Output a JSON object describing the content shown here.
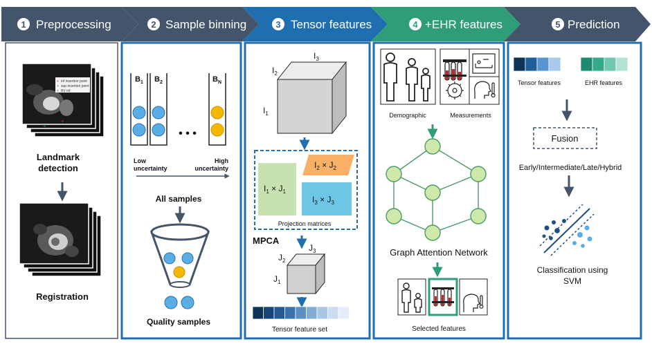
{
  "steps": [
    {
      "num": "1",
      "label": "Preprocessing",
      "color": "#44546a"
    },
    {
      "num": "2",
      "label": "Sample binning",
      "color": "#44546a"
    },
    {
      "num": "3",
      "label": "Tensor features",
      "color": "#1f6fb0"
    },
    {
      "num": "4",
      "label": "+EHR features",
      "color": "#2f9d78"
    },
    {
      "num": "5",
      "label": "Prediction",
      "color": "#44546a"
    }
  ],
  "preprocessing": {
    "legend": [
      "inf insertion point",
      "sup insertion point",
      "RV inf"
    ],
    "landmark_line1": "Landmark",
    "landmark_line2": "detection",
    "registration": "Registration"
  },
  "binning": {
    "b1_main": "B",
    "b1_sub": "1",
    "b2_main": "B",
    "b2_sub": "2",
    "bn_main": "B",
    "bn_sub": "N",
    "dots": "• • •",
    "low_line1": "Low",
    "low_line2": "uncertainty",
    "high_line1": "High",
    "high_line2": "uncertainty",
    "all_samples": "All samples",
    "quality_samples": "Quality samples"
  },
  "tensor": {
    "i1": "I",
    "i1_sub": "1",
    "i2": "I",
    "i2_sub": "2",
    "i3": "I",
    "i3_sub": "3",
    "m1": "I",
    "m1_sub1": "1",
    "m1_x": " × J",
    "m1_sub2": "1",
    "m2": "I",
    "m2_sub1": "2",
    "m2_x": " × J",
    "m2_sub2": "2",
    "m3": "I",
    "m3_sub1": "3",
    "m3_x": " × J",
    "m3_sub2": "3",
    "projection": "Projection matrices",
    "mpca": "MPCA",
    "j1": "J",
    "j1_sub": "1",
    "j2": "J",
    "j2_sub": "2",
    "j3": "J",
    "j3_sub": "3",
    "feature_set": "Tensor feature set",
    "feature_colors": [
      "#0d3357",
      "#17457a",
      "#245a92",
      "#3a72ab",
      "#5b8fc4",
      "#82abd6",
      "#a9c6e5",
      "#cadcf0",
      "#e3ecf8"
    ]
  },
  "ehr": {
    "demographic": "Demographic",
    "measurements": "Measurements",
    "gat": "Graph Attention Network",
    "selected": "Selected features"
  },
  "prediction": {
    "tensor_label": "Tensor features",
    "ehr_label": "EHR features",
    "tensor_colors": [
      "#0d3357",
      "#1f5f99",
      "#5b95d0",
      "#a9c9ec"
    ],
    "ehr_colors": [
      "#1f8a6e",
      "#35a98a",
      "#72c7b0",
      "#b3e2d4"
    ],
    "fusion": "Fusion",
    "fusion_types": "Early/Intermediate/Late/Hybrid",
    "classification": "Classification using",
    "svm": "SVM"
  }
}
